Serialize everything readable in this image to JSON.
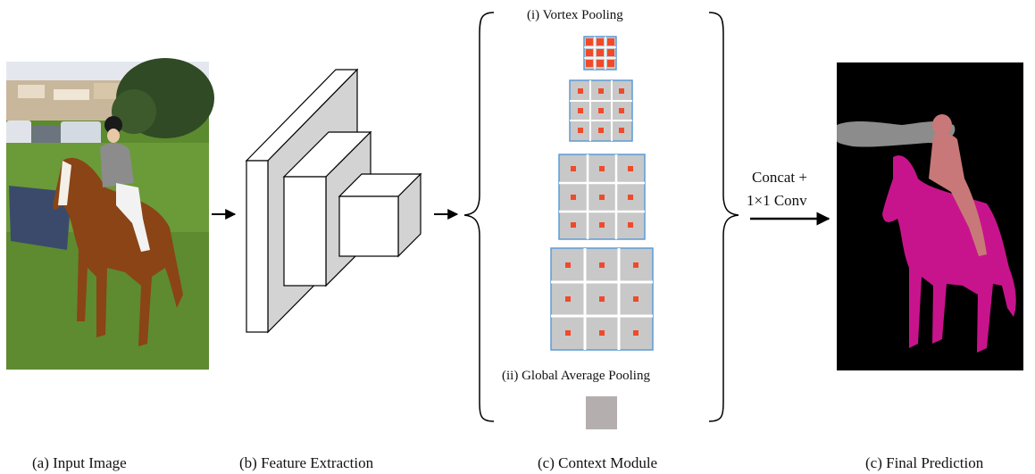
{
  "captions": {
    "input": "(a) Input Image",
    "feature": "(b) Feature Extraction",
    "context": "(c) Context Module",
    "prediction": "(c) Final Prediction"
  },
  "context_module": {
    "vortex_label": "(i) Vortex Pooling",
    "gap_label": "(ii) Global Average Pooling"
  },
  "concat_label_line1": "Concat +",
  "concat_label_line2": "1×1 Conv",
  "colors": {
    "grid_fill": "#c8c8c8",
    "grid_border": "#5b9bd5",
    "dot": "#f04a2a",
    "gap_box": "#b4aeae",
    "horse_seg": "#c8148c",
    "person_seg": "#c87878",
    "bg_seg": "#8c8c8c",
    "sky": "#e4e8ee",
    "grass": "#5c8a2e"
  }
}
